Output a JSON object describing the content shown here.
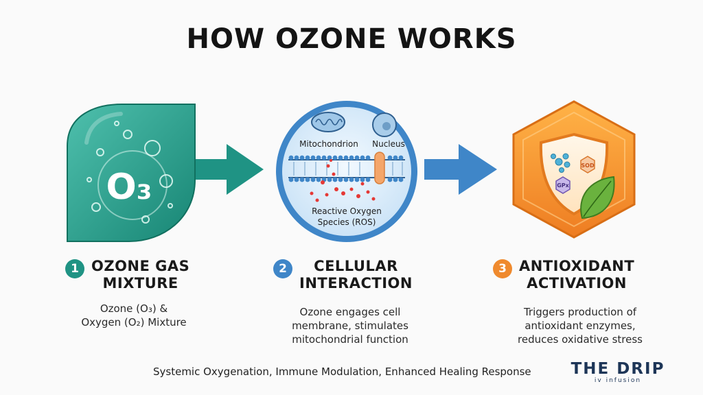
{
  "title": "HOW OZONE WORKS",
  "steps": [
    {
      "number": "1",
      "title_line1": "OZONE GAS",
      "title_line2": "MIXTURE",
      "desc_line1": "Ozone (O₃) &",
      "desc_line2": "Oxygen (O₂) Mixture",
      "desc_line3": "",
      "color": "#1f9384",
      "icon_text": "O₃"
    },
    {
      "number": "2",
      "title_line1": "CELLULAR",
      "title_line2": "INTERACTION",
      "desc_line1": "Ozone engages cell",
      "desc_line2": "membrane, stimulates",
      "desc_line3": "mitochondrial function",
      "color": "#3f86c8"
    },
    {
      "number": "3",
      "title_line1": "ANTIOXIDANT",
      "title_line2": "ACTIVATION",
      "desc_line1": "Triggers production of",
      "desc_line2": "antioxidant enzymes,",
      "desc_line3": "reduces oxidative stress",
      "color": "#ef8a2e"
    }
  ],
  "cell_labels": {
    "mitochondrion": "Mitochondrion",
    "nucleus": "Nucleus",
    "ros_line1": "Reactive Oxygen",
    "ros_line2": "Species (ROS)"
  },
  "enzyme_labels": {
    "sod": "SOD",
    "gpx": "GPx"
  },
  "footer": "Systemic Oxygenation, Immune Modulation, Enhanced Healing Response",
  "brand": {
    "name": "THE DRIP",
    "tagline": "iv infusion"
  },
  "colors": {
    "teal": "#1f9384",
    "blue": "#3f86c8",
    "orange": "#ef8a2e",
    "navy": "#1d3557"
  }
}
